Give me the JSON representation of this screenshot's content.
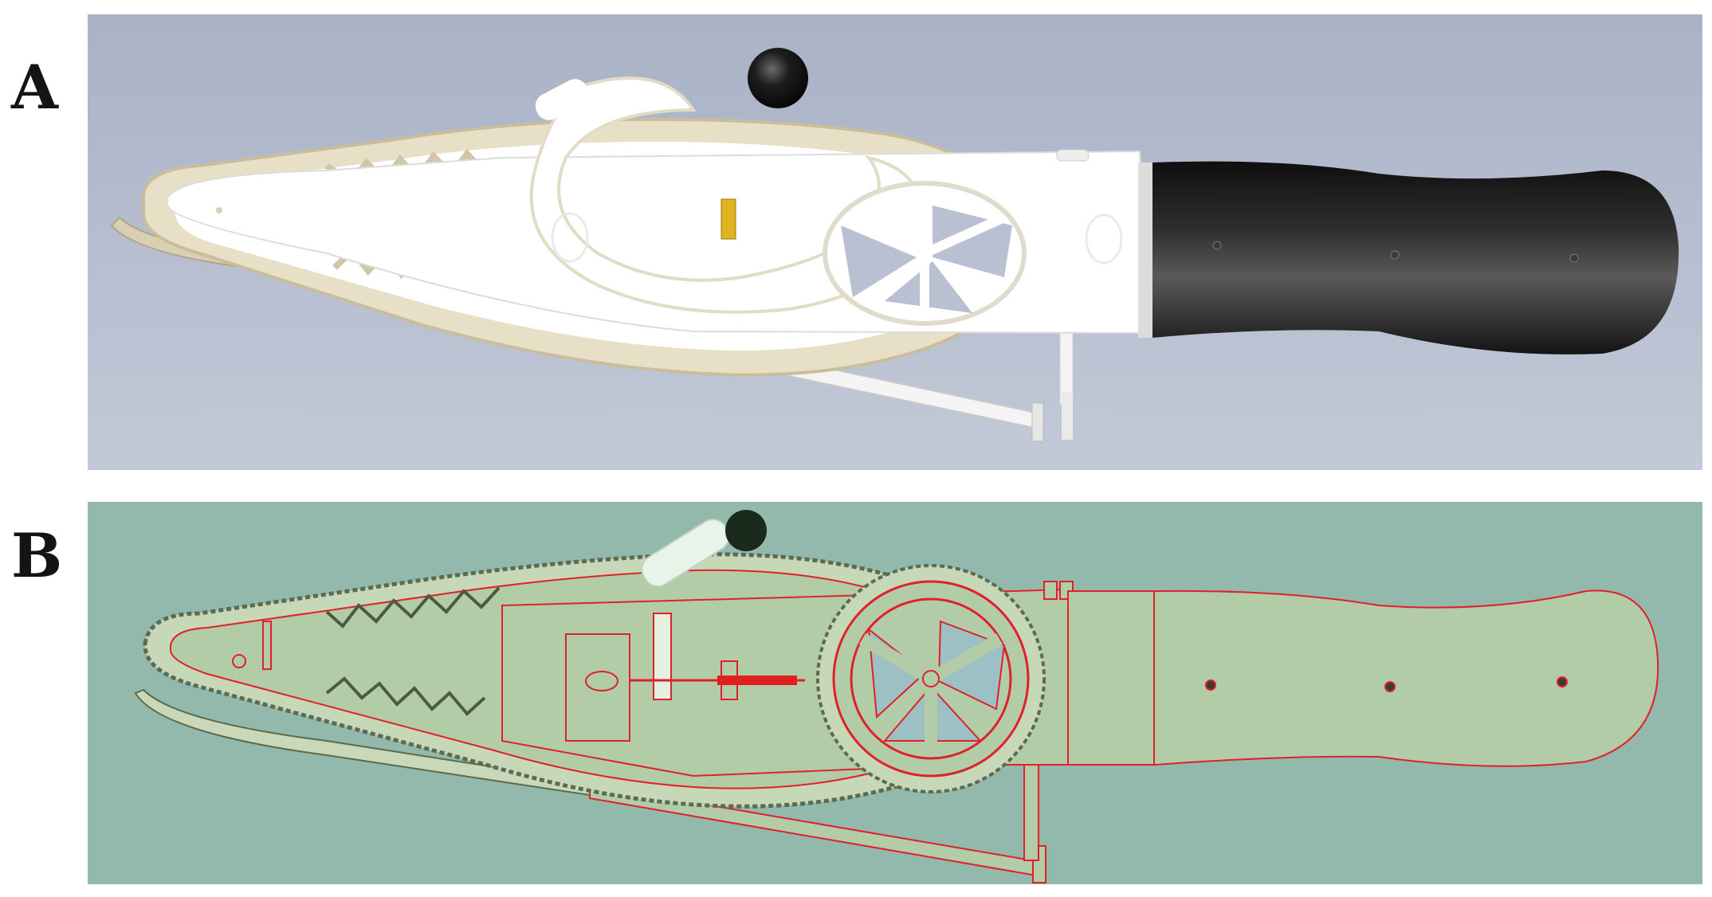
{
  "panels": [
    {
      "label": "A",
      "view": "3d-render"
    },
    {
      "label": "B",
      "view": "section-drawing"
    }
  ],
  "colors": {
    "panel_a_bg_top": "#a9b2c6",
    "panel_a_bg_bottom": "#bfc6d6",
    "panel_b_bg": "#93b8ac",
    "body_white": "#ffffff",
    "chain_beige": "#e6dcc2",
    "handle_black": "#1c1c1c",
    "knob_black": "#111111",
    "drawing_fill": "#b3cca8",
    "drawing_line": "#e0202a",
    "spring_red": "#e02020",
    "yellow_part": "#e0b420",
    "knob_dark_green": "#1a2a1c"
  },
  "icons": [
    "wheel-icon",
    "knob-icon",
    "chain-icon"
  ]
}
